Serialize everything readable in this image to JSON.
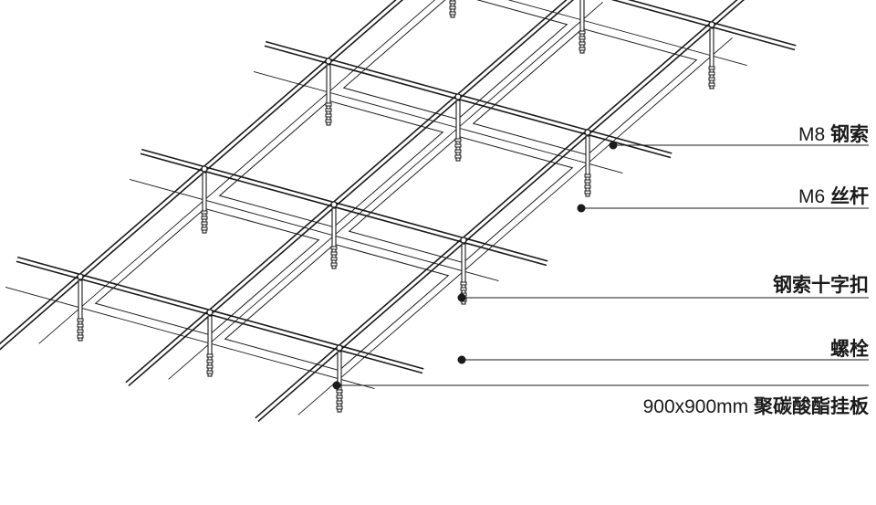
{
  "labels": {
    "m8_cable": {
      "code": "M8",
      "name": "钢索"
    },
    "m6_rod": {
      "code": "M6",
      "name": "丝杆"
    },
    "cross_clamp": {
      "code": "",
      "name": "钢索十字扣"
    },
    "bolt": {
      "code": "",
      "name": "螺栓"
    },
    "panel": {
      "code": "900x900mm",
      "name": "聚碳酸酯挂板"
    }
  },
  "colors": {
    "line": "#1a1a1a",
    "background": "#ffffff"
  }
}
